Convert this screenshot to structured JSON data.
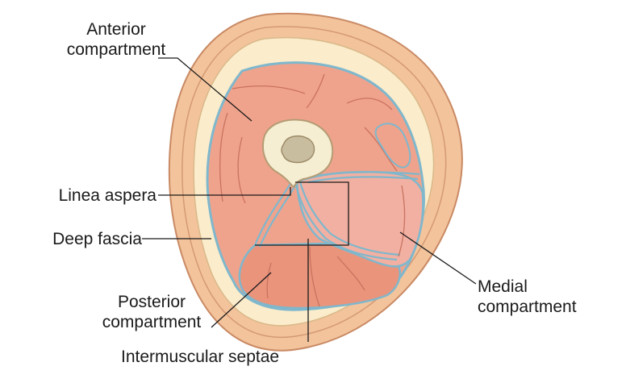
{
  "labels": {
    "anterior": {
      "line1": "Anterior",
      "line2": "compartment"
    },
    "linea_aspera": "Linea aspera",
    "deep_fascia": "Deep fascia",
    "posterior": {
      "line1": "Posterior",
      "line2": "compartment"
    },
    "medial": {
      "line1": "Medial",
      "line2": "compartment"
    },
    "septae": "Intermuscular septae"
  },
  "colors": {
    "skin": "#f3c39c",
    "skin_outline": "#c98a64",
    "fat": "#fbeccb",
    "fascia": "#7fb7cc",
    "muscle_anterior": "#f0a38c",
    "muscle_posterior": "#ea947c",
    "muscle_medial": "#f2b0a2",
    "muscle_line": "#c9735f",
    "bone_cortex": "#f6eed2",
    "bone_marrow": "#c9bda0",
    "leader": "#1a1a1a"
  }
}
